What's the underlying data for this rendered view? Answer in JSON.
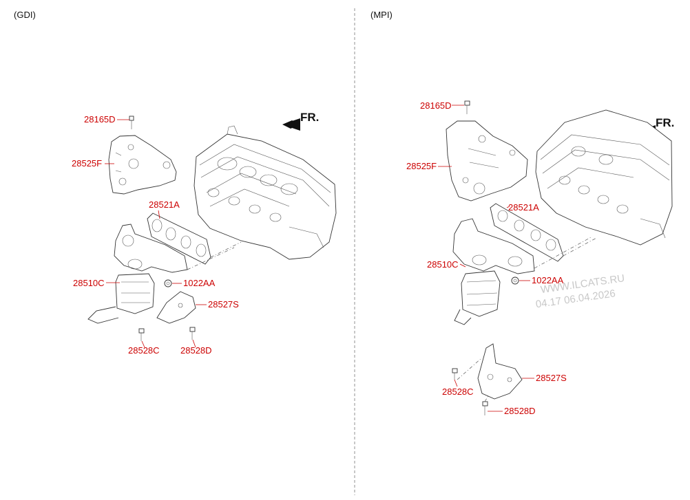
{
  "panels": [
    {
      "title": "(GDI)"
    },
    {
      "title": "(MPI)"
    }
  ],
  "front_label": "FR.",
  "gdi_labels": {
    "heat_shield_bolt": "28165D",
    "heat_shield": "28525F",
    "gasket": "28521A",
    "manifold": "28510C",
    "nut": "1022AA",
    "stay": "28527S",
    "bolt_c": "28528C",
    "bolt_d": "28528D"
  },
  "mpi_labels": {
    "heat_shield_bolt": "28165D",
    "heat_shield": "28525F",
    "gasket": "28521A",
    "manifold": "28510C",
    "nut": "1022AA",
    "stay": "28527S",
    "bolt_c": "28528C",
    "bolt_d": "28528D"
  },
  "watermark": {
    "line1": "WWW.ILCATS.RU",
    "line2": "04.17 06.04.2026"
  }
}
